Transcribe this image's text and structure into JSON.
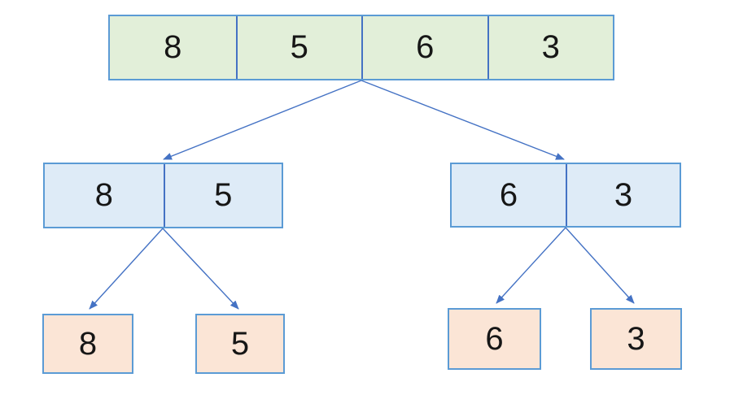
{
  "colors": {
    "outer_border": "#5b9bd5",
    "divider": "#4472c4",
    "arrow": "#4472c4",
    "root_fill": "#e2efd9",
    "pair_fill": "#deebf7",
    "leaf_fill": "#fbe5d6",
    "text": "#161616",
    "background": "#ffffff"
  },
  "root_array": {
    "cells": [
      "8",
      "5",
      "6",
      "3"
    ]
  },
  "left_pair_array": {
    "cells": [
      "8",
      "5"
    ]
  },
  "right_pair_array": {
    "cells": [
      "6",
      "3"
    ]
  },
  "leaf_boxes": [
    "8",
    "5",
    "6",
    "3"
  ]
}
